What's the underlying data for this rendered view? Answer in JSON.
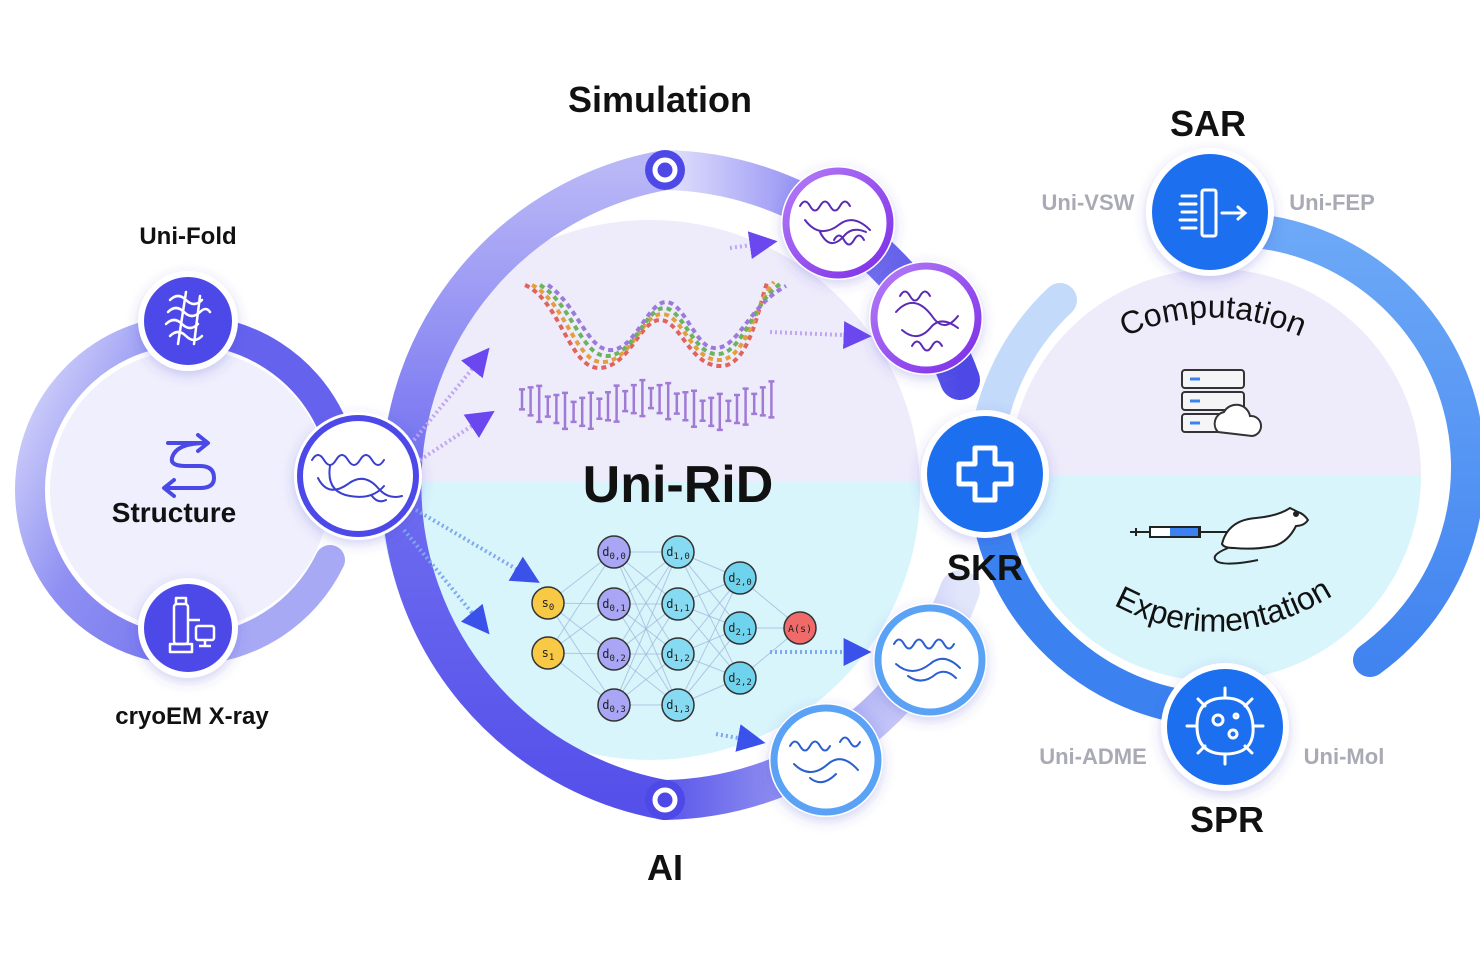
{
  "center": {
    "title": "Uni-RiD"
  },
  "labels": {
    "simulation": "Simulation",
    "ai": "AI",
    "structure": "Structure",
    "uni_fold": "Uni-Fold",
    "cryoem": "cryoEM X-ray",
    "sar": "SAR",
    "spr": "SPR",
    "skr": "SKR",
    "computation": "Computation",
    "experimentation": "Experimentation",
    "uni_vsw": "Uni-VSW",
    "uni_fep": "Uni-FEP",
    "uni_adme": "Uni-ADME",
    "uni_mol": "Uni-Mol"
  },
  "network": {
    "input_nodes": [
      {
        "base": "s",
        "sub": "0"
      },
      {
        "base": "s",
        "sub": "1"
      }
    ],
    "layer0": [
      {
        "base": "d",
        "sub": "0,0"
      },
      {
        "base": "d",
        "sub": "0,1"
      },
      {
        "base": "d",
        "sub": "0,2"
      },
      {
        "base": "d",
        "sub": "0,3"
      }
    ],
    "layer1": [
      {
        "base": "d",
        "sub": "1,0"
      },
      {
        "base": "d",
        "sub": "1,1"
      },
      {
        "base": "d",
        "sub": "1,2"
      },
      {
        "base": "d",
        "sub": "1,3"
      }
    ],
    "layer2": [
      {
        "base": "d",
        "sub": "2,0"
      },
      {
        "base": "d",
        "sub": "2,1"
      },
      {
        "base": "d",
        "sub": "2,2"
      }
    ],
    "output_node": "A(s)"
  },
  "colors": {
    "primary_purple": "#5b58ea",
    "violet": "#8b3cf0",
    "blue": "#1f6fef",
    "light_blue": "#5aa2f5",
    "input_node": "#f7c944",
    "layer0_node": "#a9a6f5",
    "layer1_node": "#86dbf2",
    "layer2_node": "#6fd3ee",
    "output_node": "#f06a6a",
    "sim_bg": "#efecfb",
    "ai_bg": "#d9f5fc"
  }
}
